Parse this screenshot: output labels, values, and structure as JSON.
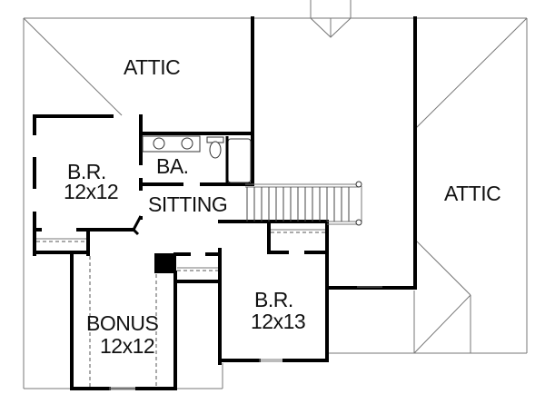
{
  "plan": {
    "type": "second-floor-plan",
    "rooms": {
      "attic_left": {
        "name": "ATTIC"
      },
      "attic_right": {
        "name": "ATTIC"
      },
      "bedroom_1": {
        "name": "B.R.",
        "size": "12x12"
      },
      "bath": {
        "name": "BA."
      },
      "sitting": {
        "name": "SITTING"
      },
      "bonus": {
        "name": "BONUS",
        "size": "12x12"
      },
      "bedroom_2": {
        "name": "B.R.",
        "size": "12x13"
      }
    },
    "colors": {
      "wall": "#000000",
      "roofline": "#777777",
      "background": "#ffffff"
    }
  }
}
